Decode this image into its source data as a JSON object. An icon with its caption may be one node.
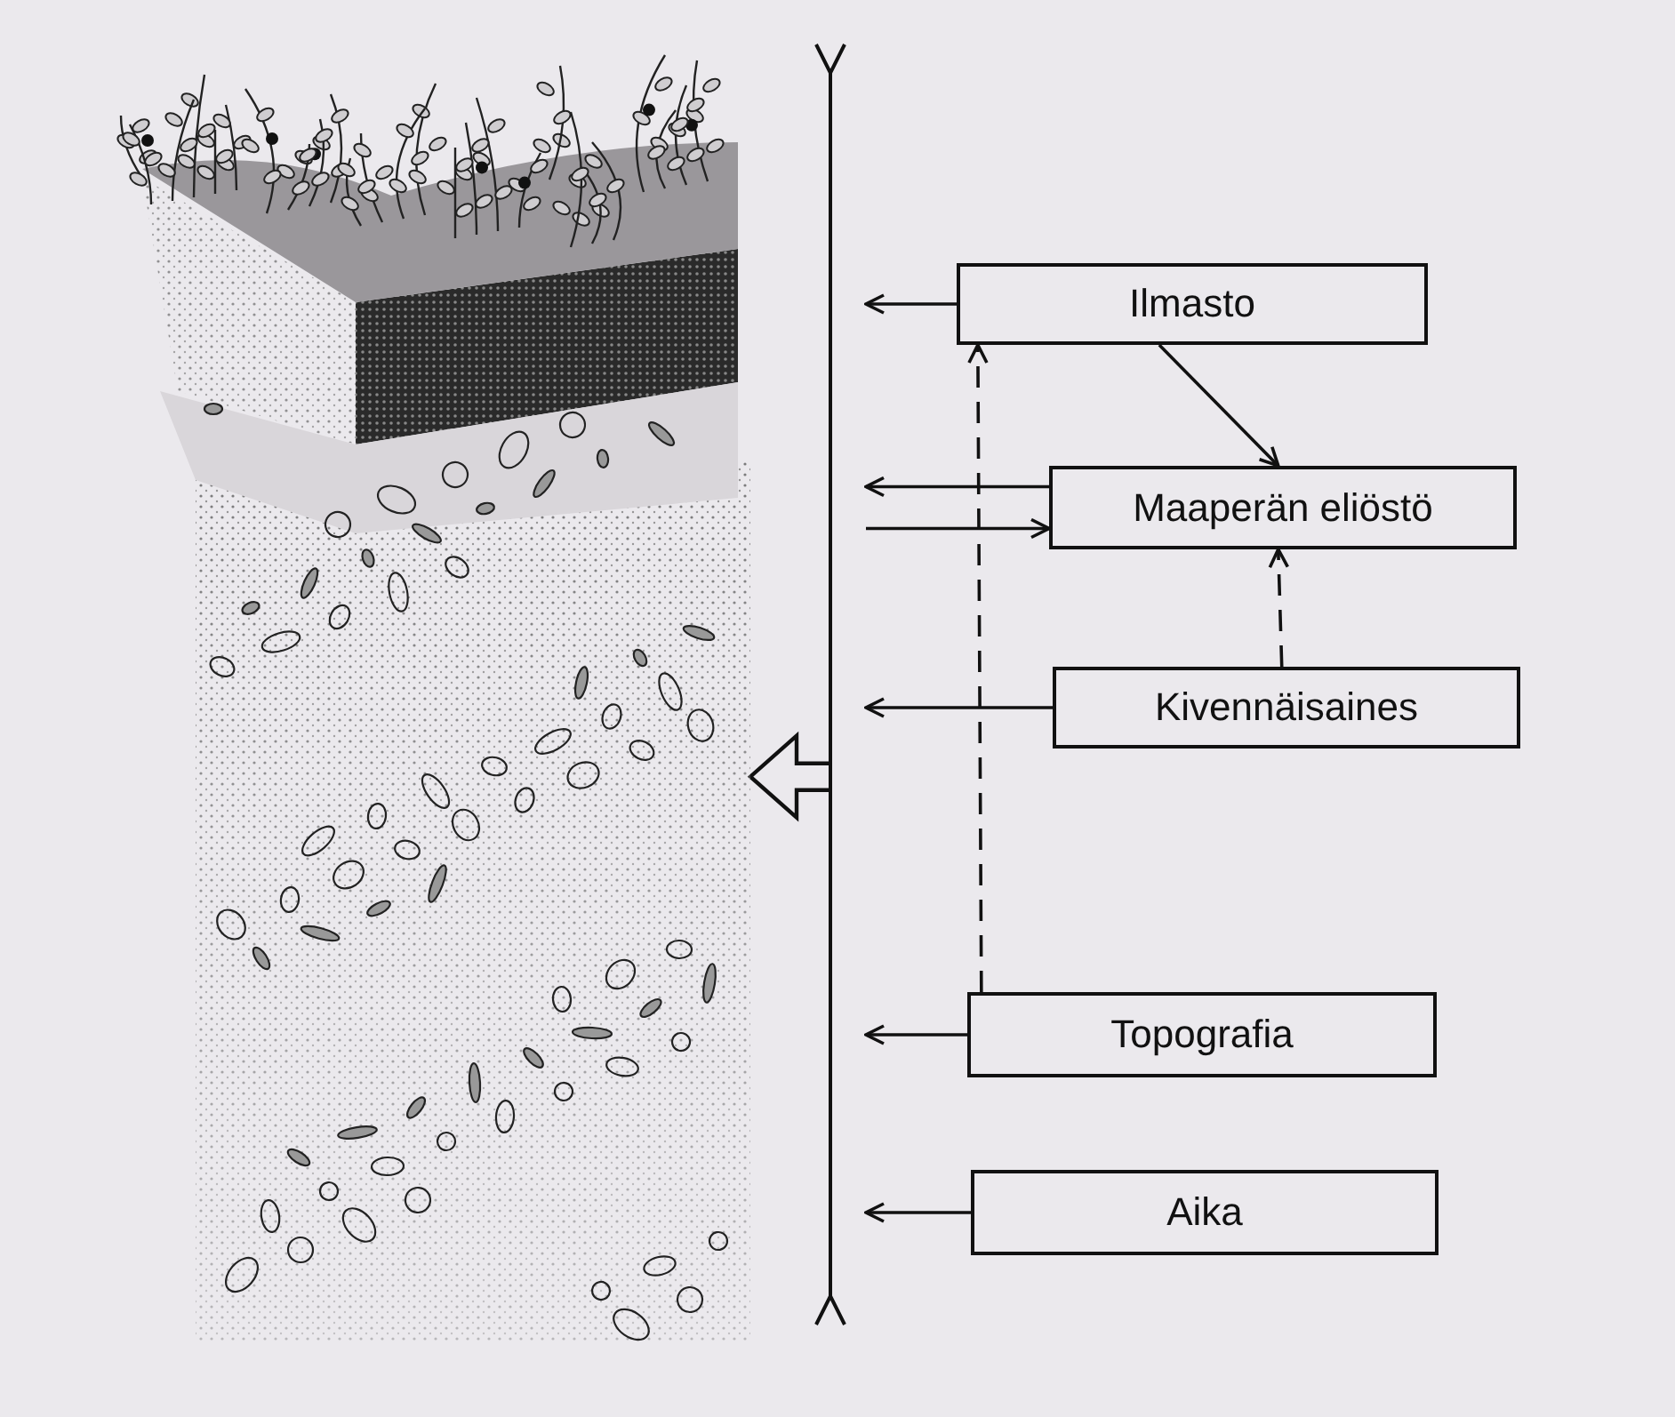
{
  "diagram": {
    "nodes": [
      {
        "text": [],
        "shape": "picture"
      },
      {
        "text": [],
        "shape": "bar"
      },
      {
        "text": [
          "Ilmasto"
        ]
      },
      {
        "text": [
          "Maaperän eliöstö"
        ]
      },
      {
        "text": [
          "Kivennäisaines"
        ]
      },
      {
        "text": [
          "Topografia"
        ]
      },
      {
        "text": [
          "Aika"
        ]
      }
    ],
    "edges": [
      {
        "from": 2,
        "to": 1,
        "arrow": "to"
      },
      {
        "from": 3,
        "to": 1,
        "arrow": "to"
      },
      {
        "from": 1,
        "to": 3,
        "arrow": "to"
      },
      {
        "from": 4,
        "to": 1,
        "arrow": "to"
      },
      {
        "from": 5,
        "to": 1,
        "arrow": "to"
      },
      {
        "from": 6,
        "to": 1,
        "arrow": "to"
      },
      {
        "from": 2,
        "to": 3,
        "arrow": "to"
      },
      {
        "from": 4,
        "to": 3,
        "arrow": "to",
        "style": "dashed"
      },
      {
        "from": 5,
        "to": 2,
        "arrow": "to",
        "style": "dashed"
      },
      {
        "from": 1,
        "to": 0,
        "arrow": "to",
        "style": "thick"
      }
    ]
  }
}
